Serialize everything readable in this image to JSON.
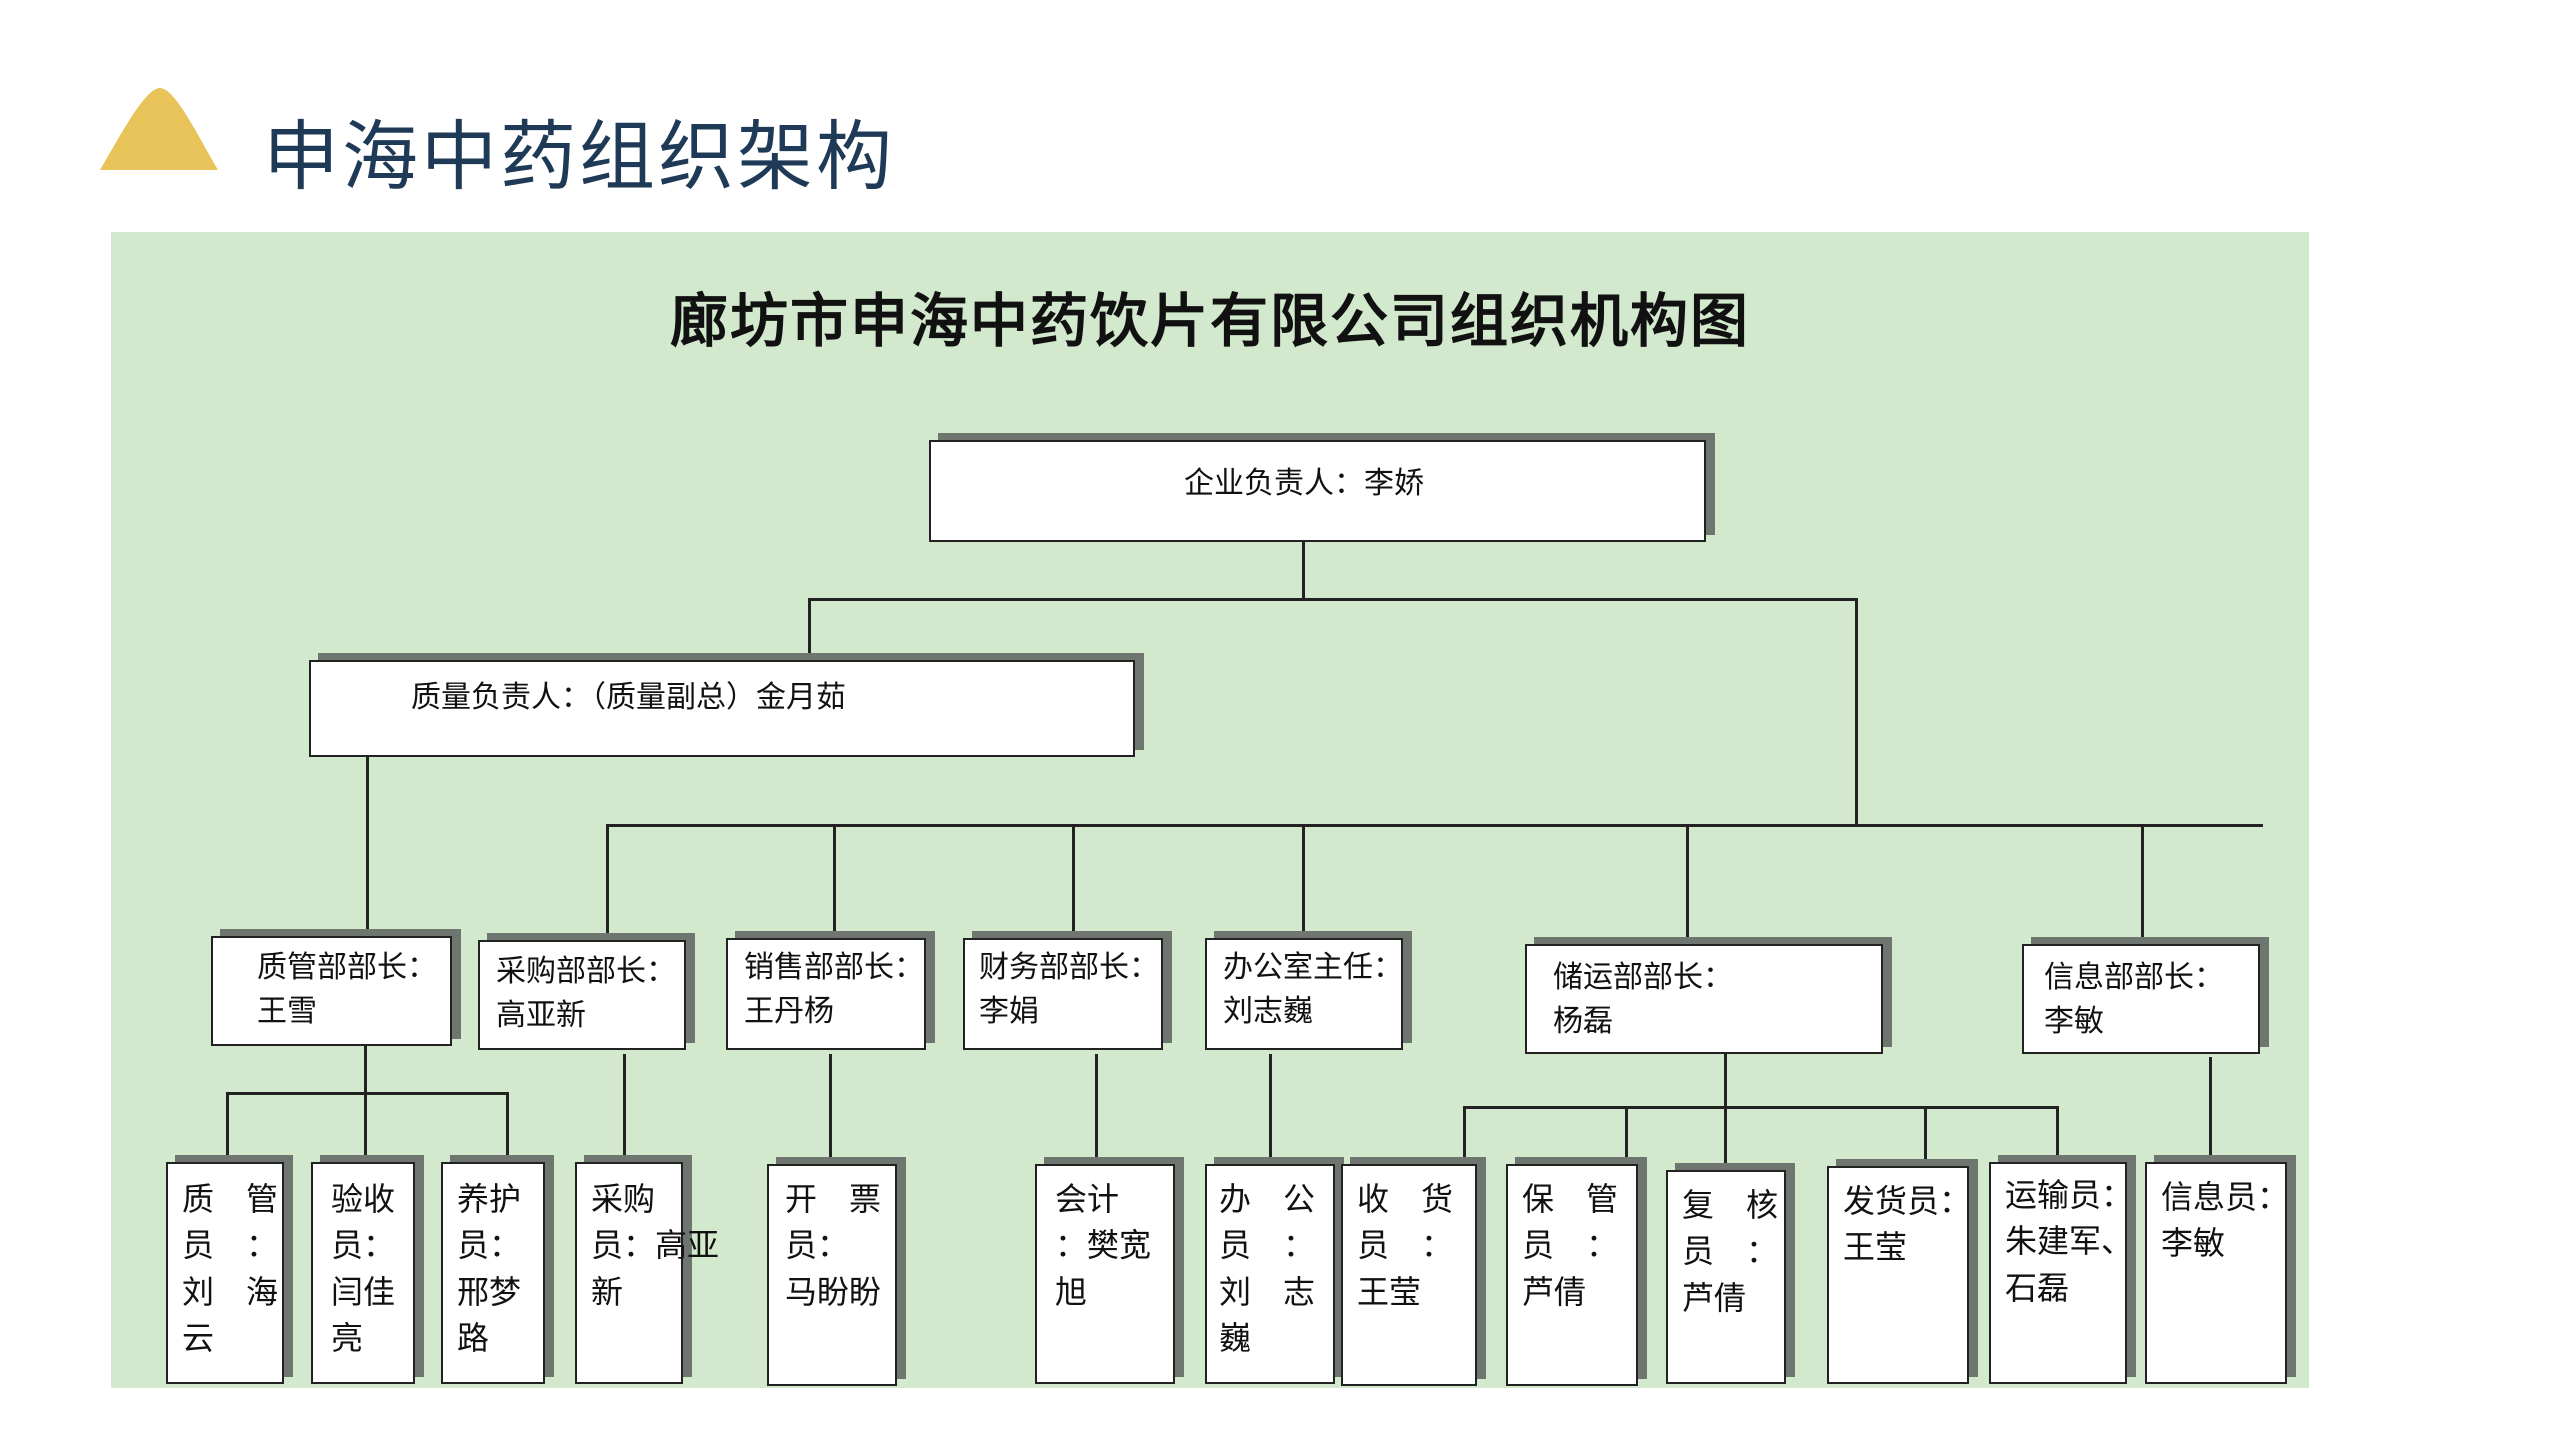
{
  "slide": {
    "title": "申海中药组织架构",
    "icon": "mountain-icon",
    "icon_color": "#e8c35a"
  },
  "chart": {
    "title": "廊坊市申海中药饮片有限公司组织机构图",
    "background": "#d2e9cd",
    "ceo": "企业负责人：李娇",
    "quality_head": "质量负责人：（质量副总）金月茹",
    "departments": {
      "quality": "质管部部长：\n王雪",
      "purchase": "采购部部长：\n高亚新",
      "sales": "销售部部长：\n王丹杨",
      "finance": "财务部部长：\n李娟",
      "office": "办公室主任：\n刘志巍",
      "logistics": "储运部部长：\n杨磊",
      "info": "信息部部长：\n李敏"
    },
    "staff": {
      "qc": "质　管\n员　：\n刘　海\n云",
      "inspector": "验收\n员：\n闫佳\n亮",
      "maintenance": "养护\n员：\n邢梦\n路",
      "buyer": "采购\n员：高亚\n新",
      "invoicing": "开　票\n员：\n马盼盼",
      "accountant": "会计\n：樊宽\n旭",
      "office_clerk": "办　公\n员　：\n刘　志\n巍",
      "receiving": "收　货\n员　：\n王莹",
      "storekeeper": "保　管\n员　：\n芦倩",
      "rechecker": "复　核\n员　：\n芦倩",
      "shipping": "发货员：\n王莹",
      "transport": "运输员：\n朱建军、\n石磊",
      "info_clerk": "信息员：\n李敏"
    }
  }
}
